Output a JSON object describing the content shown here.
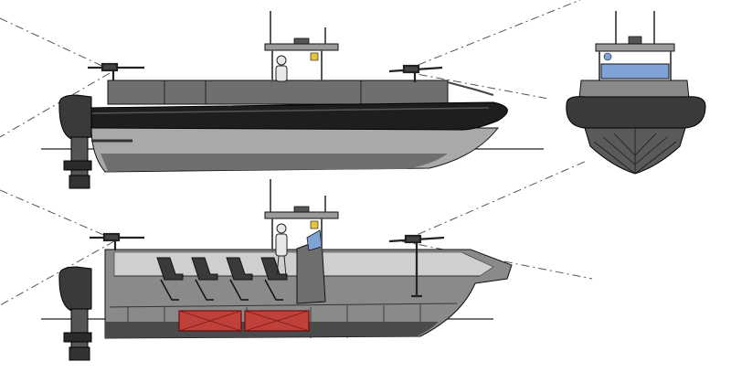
{
  "colors": {
    "background": "#ffffff",
    "hull_dark": "#2b2b2b",
    "hull_mid": "#6f6f6f",
    "hull_light": "#a9a9a9",
    "hull_pale": "#cfcfcf",
    "tube": "#1e1e1e",
    "outline": "#111111",
    "waterline": "#222222",
    "fuel_tank": "#c0403a",
    "window": "#7fa3d6",
    "light_yellow": "#e7c640",
    "dash_line": "#555555"
  },
  "views": [
    {
      "name": "side-profile-view"
    },
    {
      "name": "side-section-view"
    },
    {
      "name": "front-view"
    }
  ],
  "seats": {
    "rows": 4
  },
  "fuel_tanks": {
    "count": 2
  },
  "icons": [
    "outboard-motor-icon",
    "mounted-gun-icon",
    "crew-figure-icon",
    "navigation-light-icon",
    "radar-antenna-icon"
  ]
}
